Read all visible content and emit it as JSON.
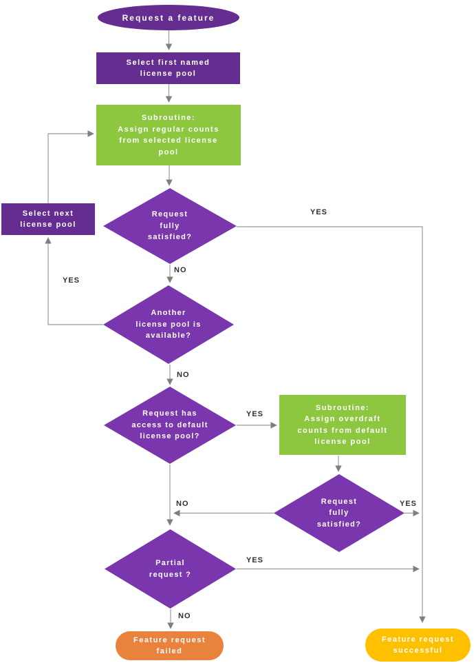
{
  "nodes": {
    "start": "Request a feature",
    "select_first": "Select first named\nlicense pool",
    "sub_regular": "Subroutine:\nAssign regular counts\nfrom selected license\npool",
    "req_satisfied_1": "Request\nfully\nsatisfied?",
    "select_next": "Select next\nlicense pool",
    "another_pool": "Another\nlicense pool is\navailable?",
    "access_default": "Request has\naccess to default\nlicense pool?",
    "sub_overdraft": "Subroutine:\nAssign overdraft\ncounts from default\nlicense pool",
    "req_satisfied_2": "Request\nfully\nsatisfied?",
    "partial_request": "Partial\nrequest ?",
    "failed": "Feature request\nfailed",
    "successful": "Feature request\nsuccessful"
  },
  "edge_labels": {
    "d1_yes": "YES",
    "d1_no": "NO",
    "d2_yes": "YES",
    "d2_no": "NO",
    "d3_yes": "YES",
    "d4_no": "NO",
    "d4_yes": "YES",
    "d5_yes": "YES",
    "d5_no": "NO"
  },
  "colors": {
    "process_purple": "#662D91",
    "decision_purple": "#7A36AC",
    "subroutine_green": "#8DC63F",
    "failed_orange": "#E8823C",
    "success_yellow": "#FFC000",
    "connector_gray": "#9B9B9B",
    "arrowhead_gray": "#7F7F7F",
    "edge_label_text": "#2F2F2F",
    "shape_text": "#FFFFFF"
  }
}
